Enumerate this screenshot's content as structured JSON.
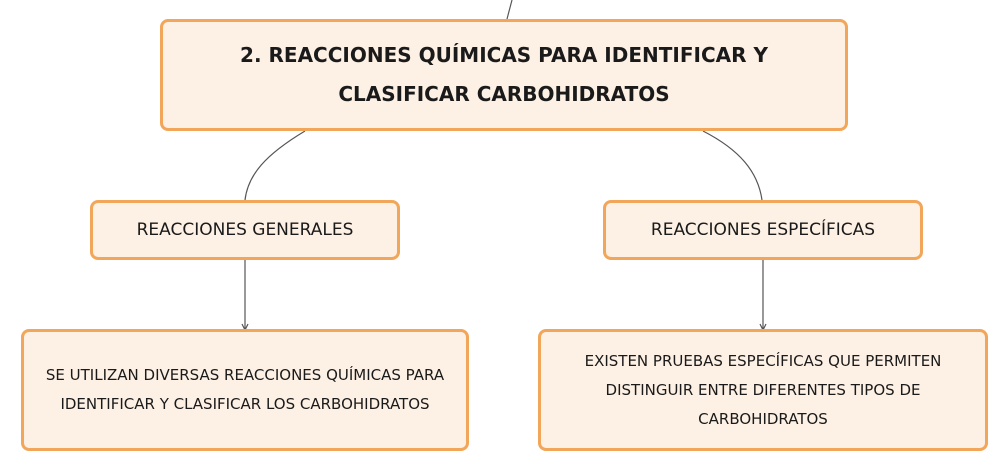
{
  "diagram": {
    "root": {
      "label": "2. REACCIONES QUÍMICAS PARA IDENTIFICAR Y CLASIFICAR CARBOHIDRATOS"
    },
    "branches": [
      {
        "label": "REACCIONES GENERALES",
        "detail": "SE UTILIZAN DIVERSAS REACCIONES QUÍMICAS PARA IDENTIFICAR Y CLASIFICAR LOS CARBOHIDRATOS"
      },
      {
        "label": "REACCIONES ESPECÍFICAS",
        "detail": "EXISTEN PRUEBAS ESPECÍFICAS QUE PERMITEN DISTINGUIR ENTRE DIFERENTES TIPOS DE CARBOHIDRATOS"
      }
    ],
    "colors": {
      "node_fill": "#fdf0e4",
      "node_border": "#f2a65a",
      "connector": "#555555",
      "text": "#1a1a1a"
    }
  }
}
